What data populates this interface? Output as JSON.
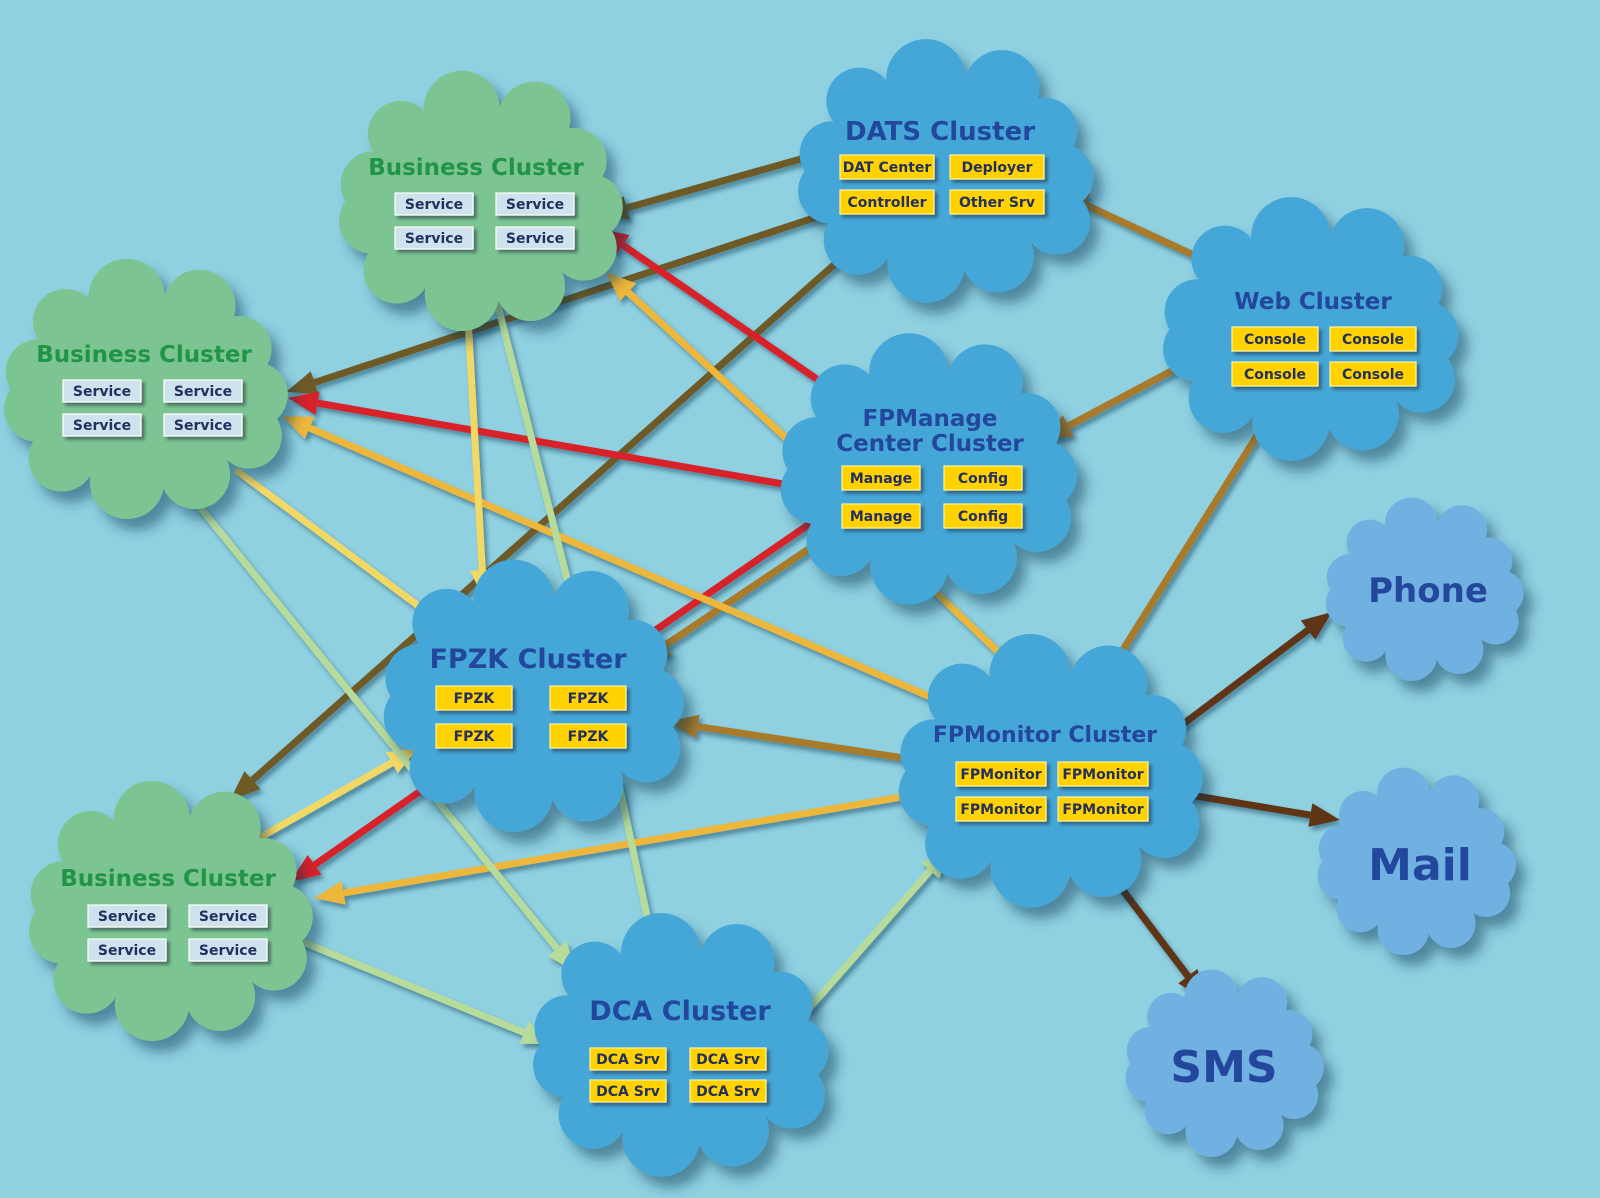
{
  "colors": {
    "background": "#8fd1e1",
    "green_cloud": "#7cc592",
    "blue_cloud": "#44a7d7",
    "light_cloud": "#6fb1e2",
    "green_title": "#219448",
    "blue_title": "#23479c",
    "service_box": "#cfe3ef",
    "yellow_box": "#ffd200",
    "arrow_red": "#d8232a",
    "arrow_gold": "#ecb73a",
    "arrow_yellow": "#f2d865",
    "arrow_pale": "#b7db9b",
    "arrow_olive": "#6e5a28",
    "arrow_bronze": "#a87a2c",
    "arrow_brown": "#5e3418"
  },
  "clusters": {
    "business_top": {
      "title": "Business Cluster",
      "items": [
        "Service",
        "Service",
        "Service",
        "Service"
      ]
    },
    "business_left": {
      "title": "Business Cluster",
      "items": [
        "Service",
        "Service",
        "Service",
        "Service"
      ]
    },
    "business_bottom": {
      "title": "Business Cluster",
      "items": [
        "Service",
        "Service",
        "Service",
        "Service"
      ]
    },
    "dats": {
      "title": "DATS Cluster",
      "items": [
        "DAT Center",
        "Deployer",
        "Controller",
        "Other Srv"
      ]
    },
    "web": {
      "title": "Web Cluster",
      "items": [
        "Console",
        "Console",
        "Console",
        "Console"
      ]
    },
    "fpmanage": {
      "title_line1": "FPManage",
      "title_line2": "Center Cluster",
      "items": [
        "Manage",
        "Config",
        "Manage",
        "Config"
      ]
    },
    "fpzk": {
      "title": "FPZK Cluster",
      "items": [
        "FPZK",
        "FPZK",
        "FPZK",
        "FPZK"
      ]
    },
    "fpmonitor": {
      "title": "FPMonitor Cluster",
      "items": [
        "FPMonitor",
        "FPMonitor",
        "FPMonitor",
        "FPMonitor"
      ]
    },
    "dca": {
      "title": "DCA Cluster",
      "items": [
        "DCA Srv",
        "DCA Srv",
        "DCA Srv",
        "DCA Srv"
      ]
    }
  },
  "notifiers": {
    "phone": "Phone",
    "mail": "Mail",
    "sms": "SMS"
  }
}
